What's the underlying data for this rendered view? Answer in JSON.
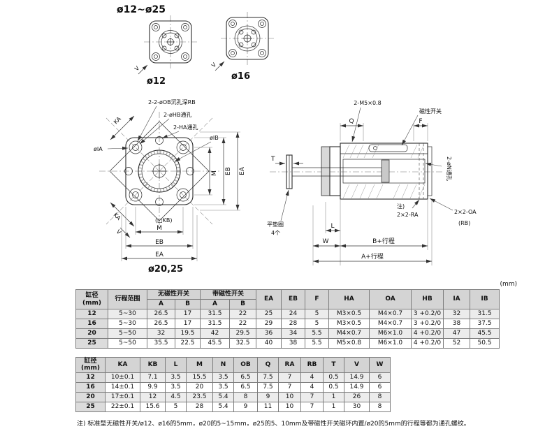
{
  "page": {
    "title": "ø12~ø25",
    "unit_note": "(mm)",
    "footnote": "注) 标准型无磁性开关/ø12、ø16的5mm，ø20的5~15mm，ø25的5、10mm及带磁性开关磁环内置/ø20的5mm的行程等都为通孔螺纹。"
  },
  "top_views": {
    "left_caption": "ø12",
    "right_caption": "ø16",
    "dim_v": "V"
  },
  "front_view": {
    "caption": "ø20,25",
    "label_ob": "2-2-øOB沉孔深RB",
    "label_hb": "2-øHB通孔",
    "label_ha": "2-HA通孔",
    "label_ib": "øIB",
    "label_ia": "øIA",
    "label_ka_top": "KA",
    "label_ka_bottom": "KA",
    "label_v": "V",
    "label_kb": "(□KB)",
    "dim_m_h": "M",
    "dim_eb_h": "EB",
    "dim_ea_h": "EA",
    "dim_m_v": "M",
    "dim_eb_v": "EB",
    "dim_ea_v": "EA"
  },
  "side_view": {
    "label_m5": "2-M5×0.8",
    "label_switch": "磁性开关",
    "dim_q": "Q",
    "dim_f": "F",
    "dim_t": "T",
    "label_n": "2-øN通孔",
    "label_oa": "2×2-OA",
    "label_rb": "(RB)",
    "label_note": "注)",
    "label_ra": "2×2-RA",
    "label_washer_1": "平垫圈",
    "label_washer_2": "4个",
    "dim_l": "L",
    "dim_w": "W",
    "dim_b_stroke": "B+行程",
    "dim_a_stroke": "A+行程"
  },
  "table1": {
    "headers": {
      "bore": "缸径\n(mm)",
      "stroke": "行程范围",
      "no_switch": "无磁性开关",
      "with_switch": "带磁性开关",
      "sub": [
        "A",
        "B",
        "A",
        "B"
      ],
      "tail": [
        "EA",
        "EB",
        "F",
        "HA",
        "OA",
        "HB",
        "IA",
        "IB"
      ]
    },
    "rows": [
      [
        "12",
        "5~30",
        "26.5",
        "17",
        "31.5",
        "22",
        "25",
        "24",
        "5",
        "M3×0.5",
        "M4×0.7",
        "3 +0.2/0",
        "32",
        "31.5"
      ],
      [
        "16",
        "5~30",
        "26.5",
        "17",
        "31.5",
        "22",
        "29",
        "28",
        "5",
        "M3×0.5",
        "M4×0.7",
        "3 +0.2/0",
        "38",
        "37.5"
      ],
      [
        "20",
        "5~50",
        "32",
        "19.5",
        "42",
        "29.5",
        "36",
        "34",
        "5.5",
        "M4×0.7",
        "M6×1.0",
        "4 +0.2/0",
        "47",
        "45.5"
      ],
      [
        "25",
        "5~50",
        "35.5",
        "22.5",
        "45.5",
        "32.5",
        "40",
        "38",
        "5.5",
        "M5×0.8",
        "M6×1.0",
        "4 +0.2/0",
        "52",
        "50.5"
      ]
    ]
  },
  "table2": {
    "headers": [
      "缸径\n(mm)",
      "KA",
      "KB",
      "L",
      "M",
      "N",
      "OB",
      "Q",
      "RA",
      "RB",
      "T",
      "V",
      "W"
    ],
    "rows": [
      [
        "12",
        "10±0.1",
        "7.1",
        "3.5",
        "15.5",
        "3.5",
        "6.5",
        "7.5",
        "7",
        "4",
        "0.5",
        "14.9",
        "6"
      ],
      [
        "16",
        "14±0.1",
        "9.9",
        "3.5",
        "20",
        "3.5",
        "6.5",
        "7.5",
        "7",
        "4",
        "0.5",
        "14.9",
        "6"
      ],
      [
        "20",
        "17±0.1",
        "12",
        "4.5",
        "23.5",
        "5.4",
        "8",
        "9",
        "10",
        "7",
        "1",
        "26",
        "8"
      ],
      [
        "25",
        "22±0.1",
        "15.6",
        "5",
        "28",
        "5.4",
        "9",
        "11",
        "10",
        "7",
        "1",
        "30",
        "8"
      ]
    ]
  }
}
